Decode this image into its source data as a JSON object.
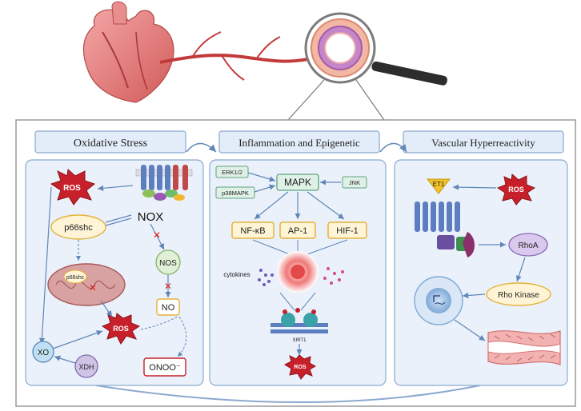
{
  "panels": {
    "left": {
      "title": "Oxidative Stress"
    },
    "middle": {
      "title": "Inflammation and Epigenetic"
    },
    "right": {
      "title": "Vascular Hyperreactivity"
    }
  },
  "left": {
    "ros_top": "ROS",
    "p66shc": "p66shc",
    "nox": "NOX",
    "nos": "NOS",
    "no": "NO",
    "mito_label": "p66shc",
    "ros_mid": "ROS",
    "xo": "XO",
    "xdh": "XDH",
    "onoo": "ONOO⁻"
  },
  "middle": {
    "erk": "ERK1/2",
    "p38": "p38MAPK",
    "mapk": "MAPK",
    "jnk": "JNK",
    "nfkb": "NF-κB",
    "ap1": "AP-1",
    "hif1": "HIF-1",
    "cytokines": "cytokines",
    "sirt1": "SIRT1",
    "ros": "ROS"
  },
  "right": {
    "et1": "ET1",
    "ros": "ROS",
    "rhoa": "RhoA",
    "rho_kinase": "Rho Kinase"
  },
  "colors": {
    "panel_fill": "#eaf1fb",
    "panel_stroke": "#8aa9cf",
    "ros_red": "#c8202a",
    "yellow_box": "#f3c22b",
    "cream": "#fff4d6",
    "nos_green": "#dff0d6",
    "rhoa_purple": "#d9c9ec",
    "xo_blue": "#bfe0f2"
  }
}
